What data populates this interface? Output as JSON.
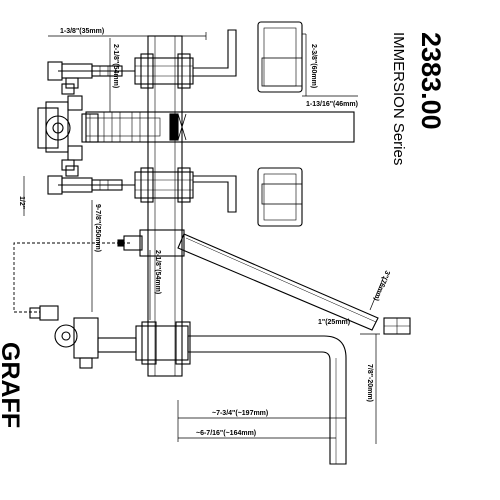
{
  "title_block": {
    "model_number": "2383.00",
    "series_name": "IMMERSION Series",
    "brand": "GRAFF"
  },
  "dimensions": {
    "top_offset": "1-3/8\"(35mm)",
    "handle_height": "2-3/8\"(60mm)",
    "plate_width": "1-13/16\"(46mm)",
    "stem_a": "2-1/8\"(54mm)",
    "stem_b": "2-1/8\"(54mm)",
    "left_gap": "1/2\"",
    "body_length": "9-7/8\"(250mm)",
    "spout_rise": "3\"(76mm)",
    "spout_tip": "1\"(25mm)",
    "spout_reach_a": "~7-3/4\"(~197mm)",
    "spout_reach_b": "~6-7/16\"(~164mm)",
    "spout_depth": "7/8\"-20mm)"
  }
}
